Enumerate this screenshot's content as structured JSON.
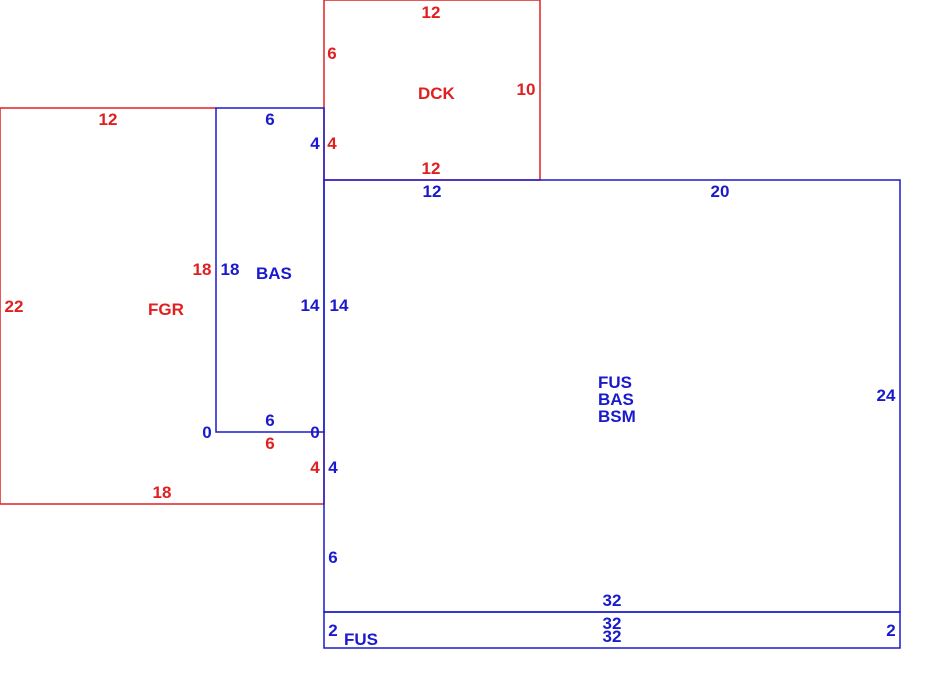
{
  "colors": {
    "blue": "#1a1acc",
    "red": "#e02020"
  },
  "areas": {
    "fgr": "FGR",
    "bas_left": "BAS",
    "dck": "DCK",
    "main": [
      "FUS",
      "BAS",
      "BSM"
    ],
    "bottom_strip": "FUS"
  },
  "dimensions": {
    "dck_top": "12",
    "dck_left": "6",
    "dck_right": "10",
    "dck_bottom": "12",
    "dck_left_lower": "4",
    "bas_top": "6",
    "bas_right_upper": "4",
    "bas_left": "18",
    "bas_right": "14",
    "bas_bottom": "6",
    "bas_left_corner": "0",
    "bas_right_corner": "0",
    "fgr_top": "12",
    "fgr_left": "22",
    "fgr_right": "18",
    "fgr_bottom_step": "6",
    "fgr_right_lower": "4",
    "fgr_bottom": "18",
    "main_top_left": "12",
    "main_top_right": "20",
    "main_left": "14",
    "main_left_lower": "4",
    "main_left_bottom": "6",
    "main_right": "24",
    "main_bottom": "32",
    "strip_top": "32",
    "strip_bottom": "32",
    "strip_left": "2",
    "strip_right": "2"
  }
}
